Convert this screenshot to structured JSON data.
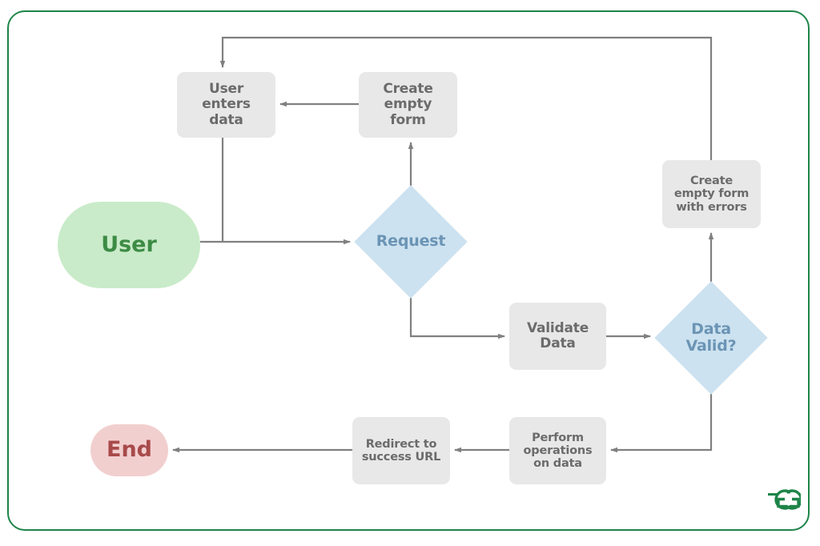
{
  "diagram": {
    "title": "Django form processing flowchart",
    "type": "flowchart",
    "colors": {
      "frame_border": "#1E8449",
      "process_fill": "#E8E8E8",
      "process_text": "#6B6B6B",
      "decision_fill": "#CCE2F0",
      "decision_text": "#6B94B5",
      "start_fill": "#C9EBC9",
      "start_text": "#3D8B45",
      "end_fill": "#F2CFCF",
      "end_text": "#A84A4A",
      "connector": "#808080"
    },
    "nodes": [
      {
        "id": "user",
        "label": "User",
        "shape": "terminator"
      },
      {
        "id": "user_enters",
        "label": "User\nenters\ndata",
        "shape": "process"
      },
      {
        "id": "create_form",
        "label": "Create\nempty\nform",
        "shape": "process"
      },
      {
        "id": "request",
        "label": "Request",
        "shape": "decision"
      },
      {
        "id": "create_errors",
        "label": "Create\nempty form\nwith errors",
        "shape": "process"
      },
      {
        "id": "validate",
        "label": "Validate\nData",
        "shape": "process"
      },
      {
        "id": "data_valid",
        "label": "Data\nValid?",
        "shape": "decision"
      },
      {
        "id": "perform_ops",
        "label": "Perform\noperations\non data",
        "shape": "process"
      },
      {
        "id": "redirect",
        "label": "Redirect to\nsuccess URL",
        "shape": "process"
      },
      {
        "id": "end",
        "label": "End",
        "shape": "terminator"
      }
    ],
    "edges": [
      {
        "from": "user",
        "to": "request"
      },
      {
        "from": "user_enters",
        "to": "request"
      },
      {
        "from": "request",
        "to": "create_form"
      },
      {
        "from": "create_form",
        "to": "user_enters"
      },
      {
        "from": "request",
        "to": "validate"
      },
      {
        "from": "validate",
        "to": "data_valid"
      },
      {
        "from": "data_valid",
        "to": "create_errors"
      },
      {
        "from": "create_errors",
        "to": "user_enters"
      },
      {
        "from": "data_valid",
        "to": "perform_ops"
      },
      {
        "from": "perform_ops",
        "to": "redirect"
      },
      {
        "from": "redirect",
        "to": "end"
      }
    ],
    "watermark": "GeeksforGeeks"
  }
}
